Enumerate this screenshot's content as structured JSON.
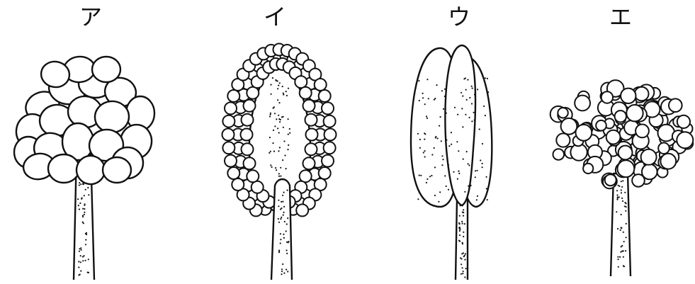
{
  "labels": {
    "a": "ア",
    "b": "イ",
    "c": "ウ",
    "d": "エ"
  },
  "colors": {
    "line": "#111111",
    "background": "#ffffff"
  },
  "icons": [
    "stamen-spherical-icon",
    "stamen-beaded-icon",
    "stamen-elongated-icon",
    "stamen-granular-icon"
  ]
}
